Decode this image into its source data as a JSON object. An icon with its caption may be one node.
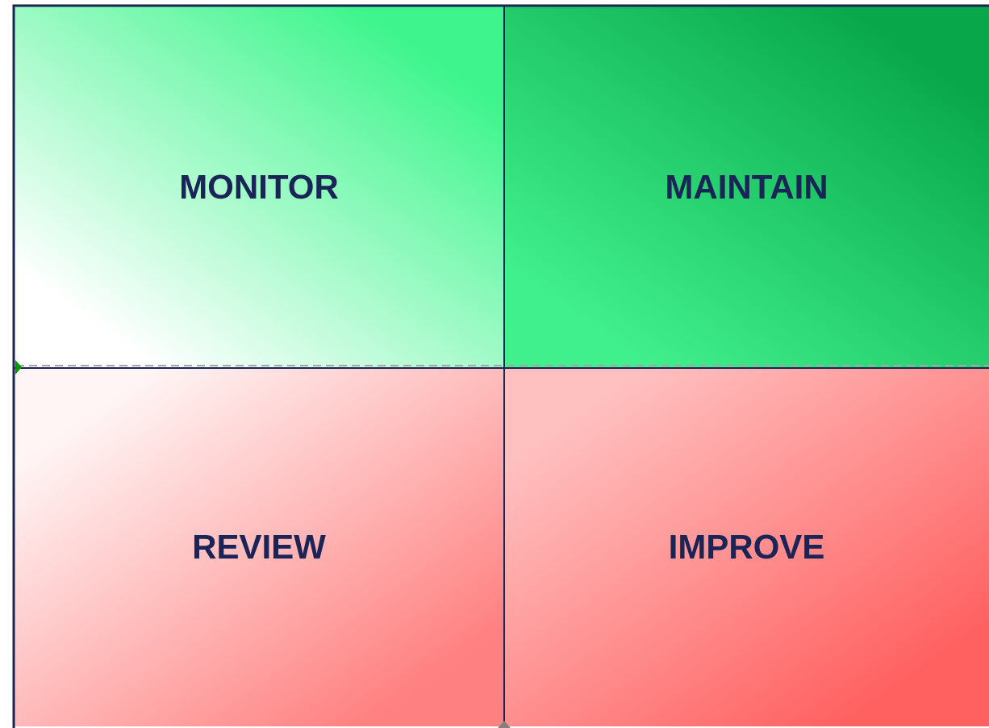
{
  "diagram": {
    "nodes": [
      {
        "text": [
          "MONITOR"
        ]
      },
      {
        "text": [
          "MAINTAIN"
        ]
      },
      {
        "text": [
          "REVIEW"
        ]
      },
      {
        "text": [
          "IMPROVE"
        ]
      }
    ]
  }
}
